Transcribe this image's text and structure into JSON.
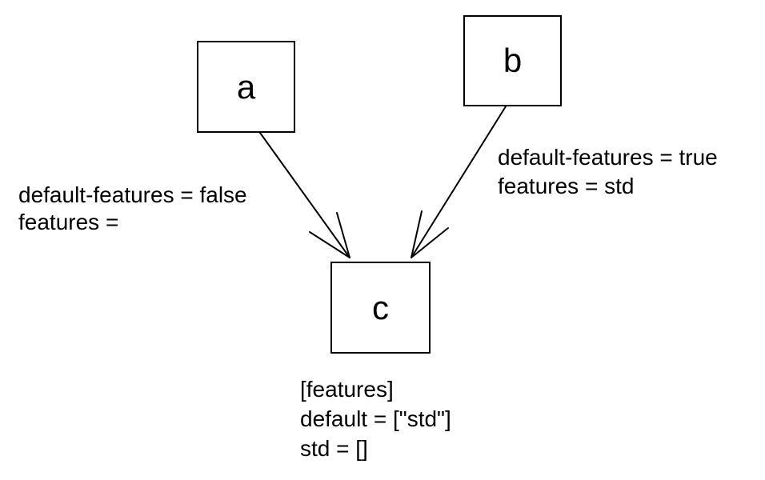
{
  "diagram": {
    "type": "dependency-graph",
    "colors": {
      "background": "#ffffff",
      "stroke": "#000000",
      "text": "#000000"
    },
    "nodes": {
      "a": {
        "label": "a"
      },
      "b": {
        "label": "b"
      },
      "c": {
        "label": "c"
      }
    },
    "edges": [
      {
        "from": "a",
        "to": "c"
      },
      {
        "from": "b",
        "to": "c"
      }
    ],
    "edge_labels": {
      "a_to_c": {
        "line1": "default-features = false",
        "line2": "features ="
      },
      "b_to_c": {
        "line1": "default-features = true",
        "line2": "features = std"
      }
    },
    "c_annotation": {
      "line1": "[features]",
      "line2": "default = [\"std\"]",
      "line3": "std = []"
    }
  }
}
